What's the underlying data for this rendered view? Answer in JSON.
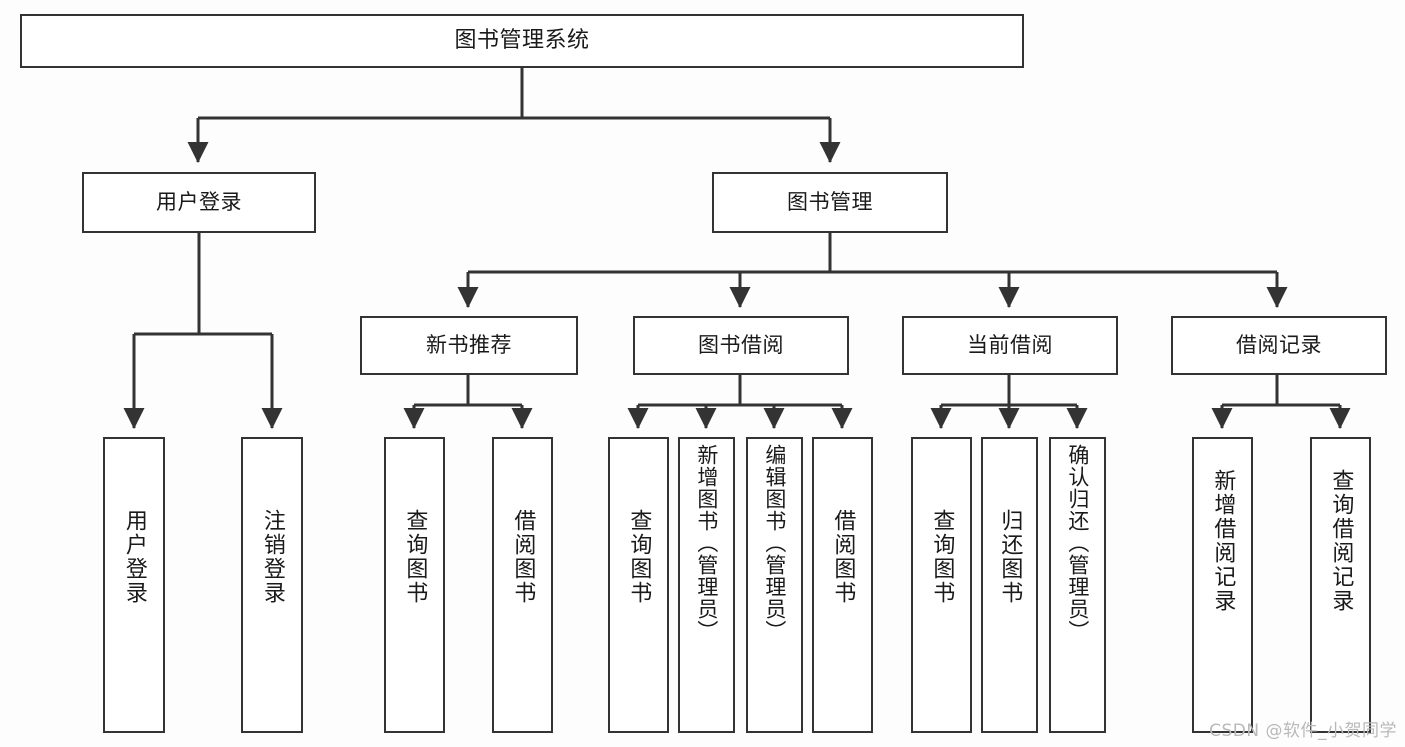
{
  "diagram": {
    "title": "图书管理系统",
    "type": "hierarchy-tree",
    "orientation": "top-down",
    "colors": {
      "background": "#fdfdfd",
      "box_fill": "#ffffff",
      "box_stroke": "#333333",
      "connector": "#333333",
      "text": "#1a1a1a",
      "watermark": "#b9b9b9"
    },
    "levels": [
      {
        "level": 1,
        "nodes": [
          {
            "id": "root",
            "label": "图书管理系统",
            "text_orientation": "horizontal"
          }
        ]
      },
      {
        "level": 2,
        "nodes": [
          {
            "id": "user-login",
            "label": "用户登录",
            "text_orientation": "horizontal"
          },
          {
            "id": "book-manage",
            "label": "图书管理",
            "text_orientation": "horizontal"
          }
        ]
      },
      {
        "level": 3,
        "nodes": [
          {
            "id": "new-book-rec",
            "label": "新书推荐",
            "text_orientation": "horizontal"
          },
          {
            "id": "book-borrow",
            "label": "图书借阅",
            "text_orientation": "horizontal"
          },
          {
            "id": "current-borrow",
            "label": "当前借阅",
            "text_orientation": "horizontal"
          },
          {
            "id": "borrow-record",
            "label": "借阅记录",
            "text_orientation": "horizontal"
          }
        ]
      },
      {
        "level": 4,
        "nodes": [
          {
            "id": "leaf-user-login",
            "label": "用户登录",
            "parent": "user-login",
            "text_orientation": "vertical"
          },
          {
            "id": "leaf-logout-login",
            "label": "注销登录",
            "parent": "user-login",
            "text_orientation": "vertical"
          },
          {
            "id": "leaf-query-book-1",
            "label": "查询图书",
            "parent": "new-book-rec",
            "text_orientation": "vertical"
          },
          {
            "id": "leaf-borrow-book-1",
            "label": "借阅图书",
            "parent": "new-book-rec",
            "text_orientation": "vertical"
          },
          {
            "id": "leaf-query-book-2",
            "label": "查询图书",
            "parent": "book-borrow",
            "text_orientation": "vertical"
          },
          {
            "id": "leaf-add-book",
            "label": "新增图书（管理员）",
            "parent": "book-borrow",
            "text_orientation": "vertical"
          },
          {
            "id": "leaf-edit-book",
            "label": "编辑图书（管理员）",
            "parent": "book-borrow",
            "text_orientation": "vertical"
          },
          {
            "id": "leaf-borrow-book-2",
            "label": "借阅图书",
            "parent": "book-borrow",
            "text_orientation": "vertical"
          },
          {
            "id": "leaf-query-book-3",
            "label": "查询图书",
            "parent": "current-borrow",
            "text_orientation": "vertical"
          },
          {
            "id": "leaf-return-book",
            "label": "归还图书",
            "parent": "current-borrow",
            "text_orientation": "vertical"
          },
          {
            "id": "leaf-confirm-return",
            "label": "确认归还（管理员）",
            "parent": "current-borrow",
            "text_orientation": "vertical"
          },
          {
            "id": "leaf-add-record",
            "label": "新增借阅记录",
            "parent": "borrow-record",
            "text_orientation": "vertical"
          },
          {
            "id": "leaf-query-record",
            "label": "查询借阅记录",
            "parent": "borrow-record",
            "text_orientation": "vertical"
          }
        ]
      }
    ],
    "edges": [
      {
        "from": "root",
        "to": "user-login"
      },
      {
        "from": "root",
        "to": "book-manage"
      },
      {
        "from": "user-login",
        "to": "leaf-user-login"
      },
      {
        "from": "user-login",
        "to": "leaf-logout-login"
      },
      {
        "from": "book-manage",
        "to": "new-book-rec"
      },
      {
        "from": "book-manage",
        "to": "book-borrow"
      },
      {
        "from": "book-manage",
        "to": "current-borrow"
      },
      {
        "from": "book-manage",
        "to": "borrow-record"
      },
      {
        "from": "new-book-rec",
        "to": "leaf-query-book-1"
      },
      {
        "from": "new-book-rec",
        "to": "leaf-borrow-book-1"
      },
      {
        "from": "book-borrow",
        "to": "leaf-query-book-2"
      },
      {
        "from": "book-borrow",
        "to": "leaf-add-book"
      },
      {
        "from": "book-borrow",
        "to": "leaf-edit-book"
      },
      {
        "from": "book-borrow",
        "to": "leaf-borrow-book-2"
      },
      {
        "from": "current-borrow",
        "to": "leaf-query-book-3"
      },
      {
        "from": "current-borrow",
        "to": "leaf-return-book"
      },
      {
        "from": "current-borrow",
        "to": "leaf-confirm-return"
      },
      {
        "from": "borrow-record",
        "to": "leaf-add-record"
      },
      {
        "from": "borrow-record",
        "to": "leaf-query-record"
      }
    ]
  },
  "watermark": {
    "text": "CSDN @软件_小贺同学"
  }
}
